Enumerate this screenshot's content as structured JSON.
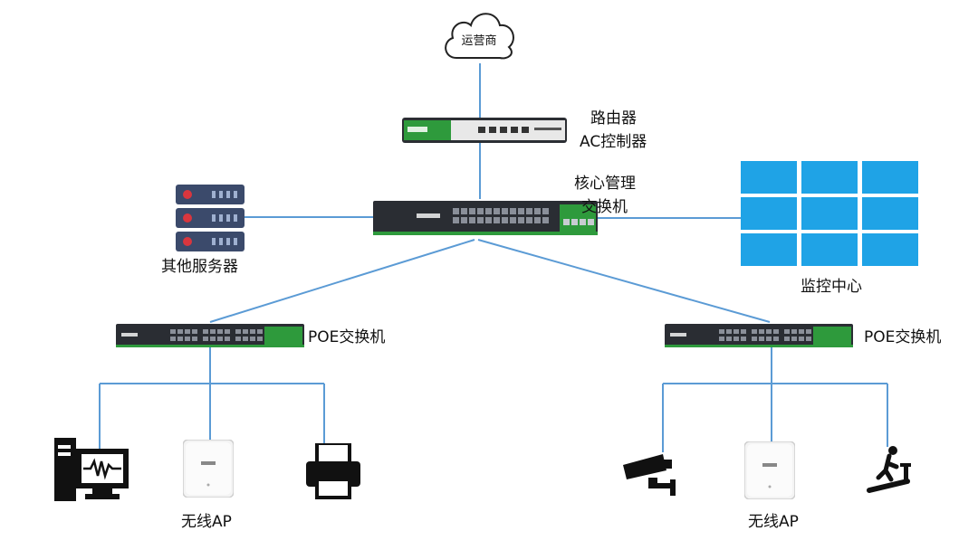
{
  "nodes": {
    "isp": "运营商",
    "router_line1": "路由器",
    "router_line2": "AC控制器",
    "core_line1": "核心管理",
    "core_line2": "交换机",
    "servers": "其他服务器",
    "monitor_center": "监控中心",
    "poe_left": "POE交换机",
    "poe_right": "POE交换机",
    "ap_left": "无线AP",
    "ap_right": "无线AP"
  },
  "colors": {
    "wire": "#5b9bd5",
    "video_wall": "#1fa3e6",
    "switch_body": "#2a2d33",
    "router_accent": "#2e9a3c",
    "server": "#3b4a6b",
    "server_led": "#d9363e"
  }
}
